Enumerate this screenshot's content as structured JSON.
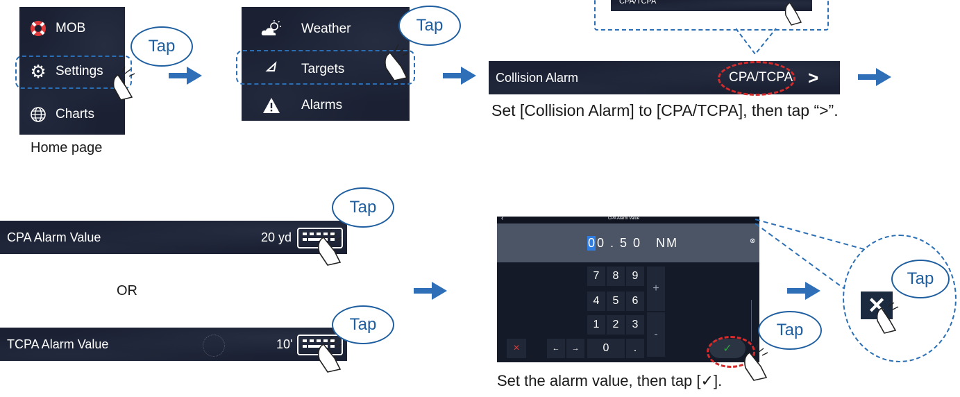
{
  "home": {
    "items": [
      {
        "label": "MOB",
        "icon": "lifebuoy-icon"
      },
      {
        "label": "Settings",
        "icon": "gear-icon"
      },
      {
        "label": "Charts",
        "icon": "globe-icon"
      }
    ],
    "caption": "Home page"
  },
  "settings_menu": {
    "items": [
      {
        "label": "Weather",
        "icon": "weather-icon"
      },
      {
        "label": "Targets",
        "icon": "target-triangle-icon"
      },
      {
        "label": "Alarms",
        "icon": "warning-triangle-icon"
      }
    ]
  },
  "collision": {
    "popup_option": "CPA/TCPA",
    "label": "Collision Alarm",
    "value": "CPA/TCPA",
    "chevron": ">",
    "caption": "Set [Collision Alarm] to [CPA/TCPA], then tap “>”."
  },
  "alarm_values": {
    "cpa_label": "CPA Alarm Value",
    "cpa_value": "20 yd",
    "or_text": "OR",
    "tcpa_label": "TCPA Alarm Value",
    "tcpa_value": "10'"
  },
  "keypad": {
    "back": "‹",
    "title": "CPA Alarm Value",
    "value_cursor": "0",
    "value_rest": "0 . 5 0   NM",
    "clear": "⊗",
    "keys_row1": [
      "7",
      "8",
      "9"
    ],
    "keys_row2": [
      "4",
      "5",
      "6"
    ],
    "keys_row3": [
      "1",
      "2",
      "3"
    ],
    "plus": "+",
    "minus": "-",
    "cancel": "×",
    "left": "←",
    "right": "→",
    "zero": "0",
    "dot": ".",
    "confirm": "✓",
    "caption_prefix": "Set the alarm value, then tap [",
    "caption_suffix": "]."
  },
  "zoom": {
    "close": "✕"
  },
  "tap_label": "Tap",
  "colors": {
    "panel": "#1b2133",
    "accent": "#1f5fa0",
    "arrow": "#2f6fb8",
    "highlight_red": "#d62b2b",
    "confirm_green": "#2ea043"
  }
}
